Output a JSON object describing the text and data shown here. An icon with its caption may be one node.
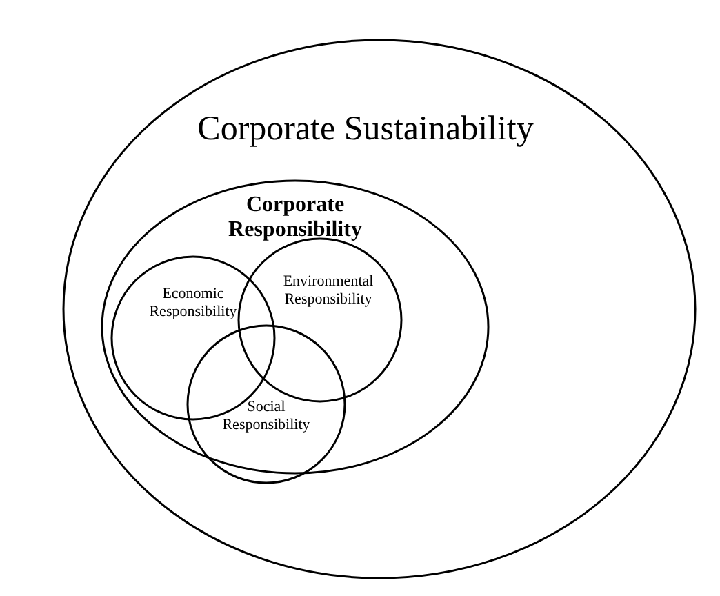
{
  "diagram": {
    "nodes": [
      {
        "text": [
          "Corporate Sustainability"
        ]
      },
      {
        "text": [
          "Corporate Responsibility"
        ],
        "in": 0
      },
      {
        "text": [
          "Economic Responsibility"
        ],
        "in": 1
      },
      {
        "text": [
          "Environmental Responsibility"
        ],
        "in": 1
      },
      {
        "text": [
          "Social Responsibility"
        ],
        "in": 1
      }
    ]
  }
}
